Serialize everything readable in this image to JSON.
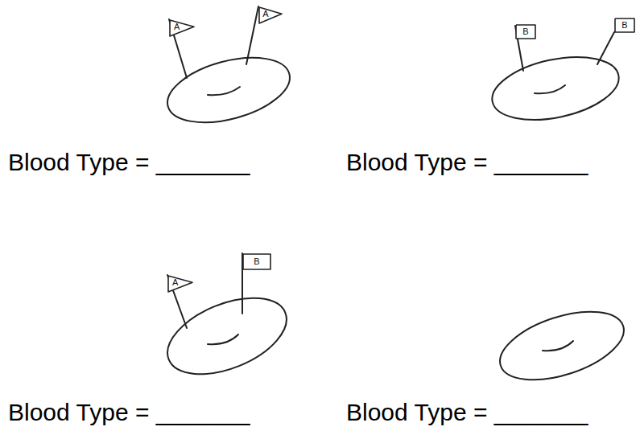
{
  "diagram": {
    "nodes": [
      {
        "text": [
          "A"
        ]
      },
      {
        "text": [
          "A"
        ]
      },
      {
        "text": [
          "B"
        ]
      },
      {
        "text": [
          "B"
        ]
      },
      {
        "text": [
          "A"
        ]
      },
      {
        "text": [
          "B"
        ]
      }
    ],
    "labels": [
      "Blood Type = _______",
      "Blood Type = _______",
      "Blood Type = _______",
      "Blood Type = _______"
    ]
  }
}
